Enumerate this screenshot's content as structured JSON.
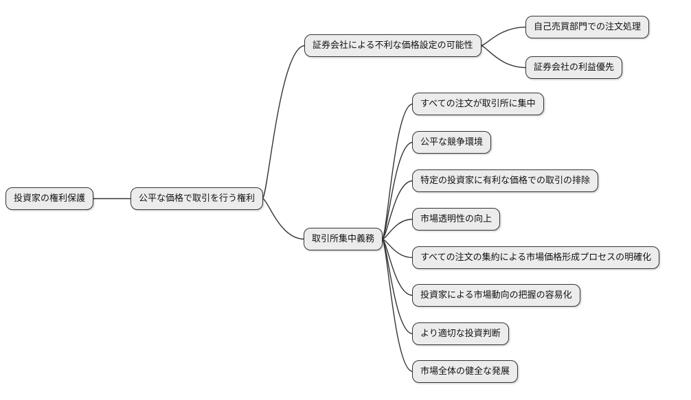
{
  "diagram": {
    "type": "mindmap",
    "direction": "left-to-right",
    "nodes": [
      {
        "id": "root",
        "label": "投資家の権利保護",
        "parent": null
      },
      {
        "id": "fair-price-right",
        "label": "公平な価格で取引を行う権利",
        "parent": "root"
      },
      {
        "id": "adverse-pricing",
        "label": "証券会社による不利な価格設定の可能性",
        "parent": "fair-price-right"
      },
      {
        "id": "prop-trading",
        "label": "自己売買部門での注文処理",
        "parent": "adverse-pricing"
      },
      {
        "id": "broker-profit",
        "label": "証券会社の利益優先",
        "parent": "adverse-pricing"
      },
      {
        "id": "exchange-concentration",
        "label": "取引所集中義務",
        "parent": "fair-price-right"
      },
      {
        "id": "orders-concentrated",
        "label": "すべての注文が取引所に集中",
        "parent": "exchange-concentration"
      },
      {
        "id": "fair-competition",
        "label": "公平な競争環境",
        "parent": "exchange-concentration"
      },
      {
        "id": "exclude-favorable",
        "label": "特定の投資家に有利な価格での取引の排除",
        "parent": "exchange-concentration"
      },
      {
        "id": "transparency",
        "label": "市場透明性の向上",
        "parent": "exchange-concentration"
      },
      {
        "id": "price-formation",
        "label": "すべての注文の集約による市場価格形成プロセスの明確化",
        "parent": "exchange-concentration"
      },
      {
        "id": "market-trends",
        "label": "投資家による市場動向の把握の容易化",
        "parent": "exchange-concentration"
      },
      {
        "id": "investment-decisions",
        "label": "より適切な投資判断",
        "parent": "exchange-concentration"
      },
      {
        "id": "market-development",
        "label": "市場全体の健全な発展",
        "parent": "exchange-concentration"
      }
    ],
    "colors": {
      "background": "#ffffff",
      "node_fill": "#ececec",
      "node_border": "#333333",
      "edge": "#333333",
      "text": "#111111"
    }
  }
}
